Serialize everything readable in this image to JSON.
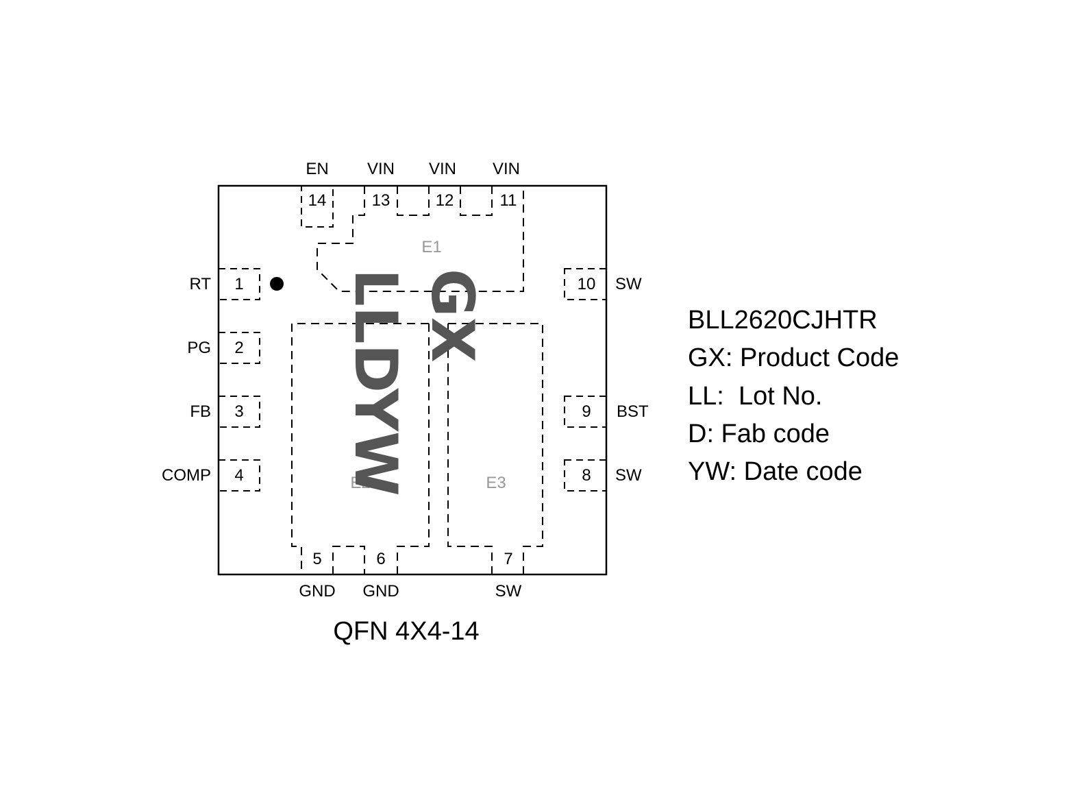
{
  "package": {
    "label": "QFN 4X4-14",
    "marking_line1": "GX",
    "marking_line2": "LLDYW"
  },
  "pins": {
    "p1": {
      "num": "1",
      "name": "RT"
    },
    "p2": {
      "num": "2",
      "name": "PG"
    },
    "p3": {
      "num": "3",
      "name": "FB"
    },
    "p4": {
      "num": "4",
      "name": "COMP"
    },
    "p5": {
      "num": "5",
      "name": "GND"
    },
    "p6": {
      "num": "6",
      "name": "GND"
    },
    "p7": {
      "num": "7",
      "name": "SW"
    },
    "p8": {
      "num": "8",
      "name": "SW"
    },
    "p9": {
      "num": "9",
      "name": "BST"
    },
    "p10": {
      "num": "10",
      "name": "SW"
    },
    "p11": {
      "num": "11",
      "name": "VIN"
    },
    "p12": {
      "num": "12",
      "name": "VIN"
    },
    "p13": {
      "num": "13",
      "name": "VIN"
    },
    "p14": {
      "num": "14",
      "name": "EN"
    }
  },
  "exposed_pads": {
    "e1": "E1",
    "e2": "E2",
    "e3": "E3"
  },
  "legend": {
    "part_number": "BLL2620CJHTR",
    "gx": "GX: Product Code",
    "ll": "LL:  Lot No.",
    "d": "D: Fab code",
    "yw": "YW: Date code"
  }
}
